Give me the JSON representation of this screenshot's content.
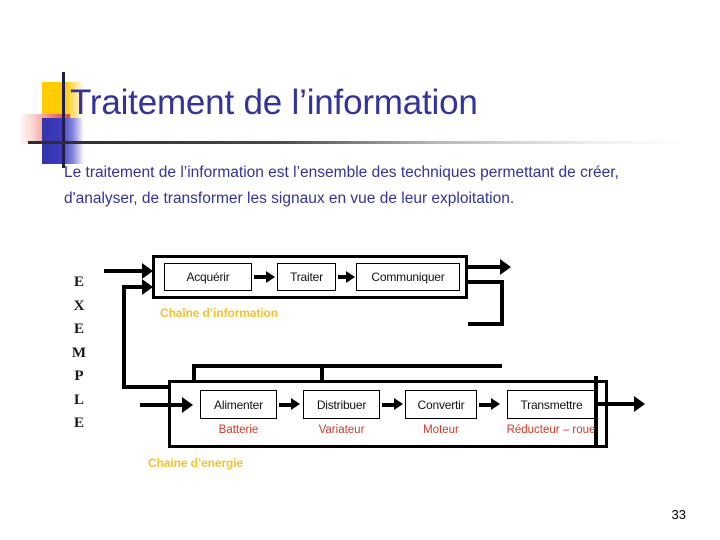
{
  "slide": {
    "title": "Traitement de l’information",
    "body": "Le traitement de l’information est l’ensemble des techniques permettant de créer, d'analyser, de transformer les signaux en vue de leur exploitation.",
    "page_number": "33",
    "colors": {
      "title": "#333399",
      "body": "#333399",
      "chain_label": "#F2C230",
      "sub_caption": "#CC3B2A",
      "frame": "#000000",
      "deco_yellow": "#FFCC00",
      "deco_red": "#E8453C",
      "deco_blue": "#3333AA"
    }
  },
  "diagram": {
    "side_label": {
      "text": "EXEMPLE",
      "letters": [
        "E",
        "X",
        "E",
        "M",
        "P",
        "L",
        "E"
      ]
    },
    "information_chain": {
      "label": "Chaîne d’information",
      "blocks": [
        {
          "label": "Acquérir"
        },
        {
          "label": "Traiter"
        },
        {
          "label": "Communiquer"
        }
      ]
    },
    "energy_chain": {
      "label": "Chaine d’energie",
      "blocks": [
        {
          "label": "Alimenter",
          "caption": "Batterie"
        },
        {
          "label": "Distribuer",
          "caption": "Variateur"
        },
        {
          "label": "Convertir",
          "caption": "Moteur"
        },
        {
          "label": "Transmettre",
          "caption": "Réducteur – roue"
        }
      ]
    }
  }
}
